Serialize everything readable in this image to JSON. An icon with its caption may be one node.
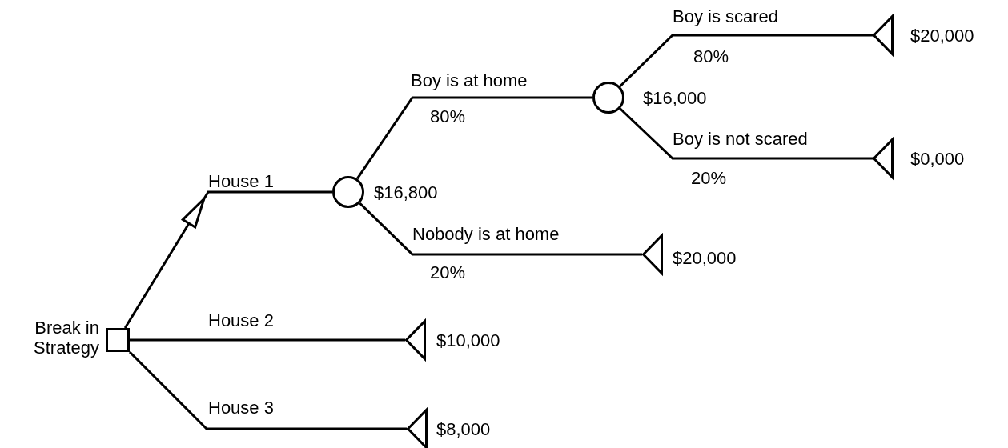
{
  "diagram": {
    "nodes": [
      {
        "text": [],
        "shape": "box",
        "beside": [
          "Break in Strategy"
        ]
      },
      {
        "text": [],
        "shape": "circle",
        "beside": [
          "$16,800"
        ]
      },
      {
        "text": [],
        "shape": "circle",
        "beside": [
          "$16,000"
        ]
      },
      {
        "text": [],
        "shape": "triangle",
        "beside": [
          "$20,000"
        ]
      },
      {
        "text": [],
        "shape": "triangle",
        "beside": [
          "$0,000"
        ]
      },
      {
        "text": [],
        "shape": "triangle",
        "beside": [
          "$20,000"
        ]
      },
      {
        "text": [],
        "shape": "triangle",
        "beside": [
          "$10,000"
        ]
      },
      {
        "text": [],
        "shape": "triangle",
        "beside": [
          "$8,000"
        ]
      }
    ],
    "edges": [
      {
        "from": 0,
        "to": 1,
        "arrow": "to",
        "label": "House 1"
      },
      {
        "from": 0,
        "to": 6,
        "arrow": "none",
        "label": "House 2"
      },
      {
        "from": 0,
        "to": 7,
        "arrow": "none",
        "label": "House 3"
      },
      {
        "from": 1,
        "to": 2,
        "arrow": "none",
        "label": "Boy is at home"
      },
      {
        "from": 1,
        "to": 5,
        "arrow": "none",
        "label": "Nobody is at home"
      },
      {
        "from": 2,
        "to": 3,
        "arrow": "none",
        "label": "Boy is scared"
      },
      {
        "from": 2,
        "to": 4,
        "arrow": "none",
        "label": "Boy is not scared"
      }
    ],
    "labels": [
      "80%",
      "80%",
      "20%",
      "20%"
    ]
  }
}
